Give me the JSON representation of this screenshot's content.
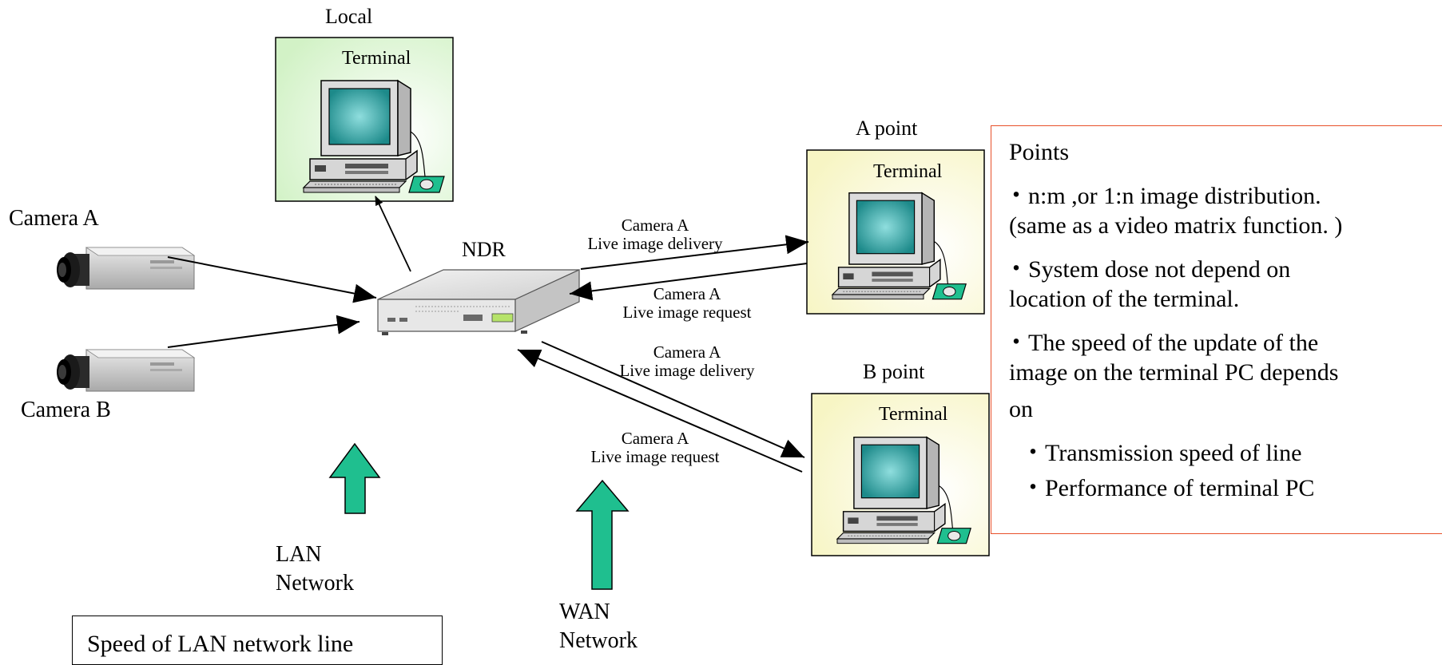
{
  "local_label": "Local",
  "terminals": {
    "local": {
      "label": "Terminal"
    },
    "a": {
      "location": "A point",
      "label": "Terminal"
    },
    "b": {
      "location": "B point",
      "label": "Terminal"
    }
  },
  "cameras": {
    "a_label": "Camera A",
    "b_label": "Camera B"
  },
  "ndr_label": "NDR",
  "flows": {
    "a_delivery": [
      "Camera A",
      "Live image delivery"
    ],
    "a_request": [
      "Camera A",
      "Live image request"
    ],
    "b_delivery": [
      "Camera A",
      "Live image delivery"
    ],
    "b_request": [
      "Camera A",
      "Live image request"
    ]
  },
  "networks": {
    "lan": [
      "LAN",
      "Network"
    ],
    "wan": [
      "WAN",
      "Network"
    ]
  },
  "points": {
    "title": "Points",
    "lines": [
      "・n:m ,or 1:n image distribution.",
      "(same as a video matrix function. )",
      "・System dose not depend on",
      "location of the terminal.",
      "・The speed of the update of the",
      "image on the terminal PC depends",
      "on",
      "  ・Transmission speed of line",
      "  ・Performance of terminal PC"
    ]
  },
  "speed_box": "Speed of LAN network line",
  "colors": {
    "accent_arrow": "#1fbf8f",
    "points_border": "#e8502a",
    "screen": "#2a9c9c",
    "local_bg": "#dff5d6",
    "remote_bg": "#fafad0"
  }
}
